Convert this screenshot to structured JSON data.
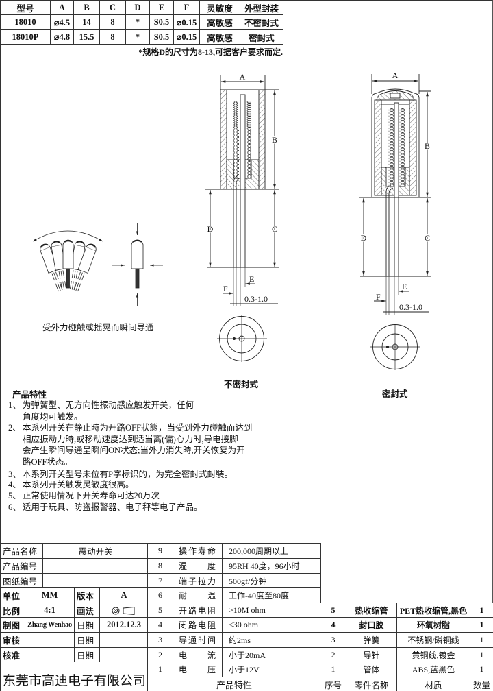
{
  "spec_table": {
    "headers": [
      "型号",
      "A",
      "B",
      "C",
      "D",
      "E",
      "F",
      "灵敏度",
      "外型封装"
    ],
    "rows": [
      [
        "18010",
        "⌀4.5",
        "14",
        "8",
        "*",
        "S0.5",
        "⌀0.15",
        "高敏感",
        "不密封式"
      ],
      [
        "18010P",
        "⌀4.8",
        "15.5",
        "8",
        "*",
        "S0.5",
        "⌀0.15",
        "高敏感",
        "密封式"
      ]
    ],
    "note": "*规格D的尺寸为8-13,可据客户要求而定."
  },
  "drawings": {
    "dims": {
      "A": "A",
      "B": "B",
      "C": "C",
      "D": "D",
      "E": "E",
      "F": "F",
      "gap": "0.3-1.0"
    },
    "unsealed_label": "不密封式",
    "sealed_label": "密封式",
    "tilt_caption": "受外力碰触或摇晃而瞬间导通"
  },
  "features": {
    "title": "产品特性",
    "lines": [
      {
        "num": "1、",
        "text": "为弹簧型、无方向性振动感应触发开关，任何"
      },
      {
        "num": "",
        "text": "角度均可触发。"
      },
      {
        "num": "2、",
        "text": "本系列开关在静止時为开路OFF狀態，当受到外力碰触而达到"
      },
      {
        "num": "",
        "text": "相应振动力時,或移动速度达到适当离(偏)心力时,导电接脚"
      },
      {
        "num": "",
        "text": "会产生瞬间导通呈瞬间ON状态;当外力消失時,开关恢复为开"
      },
      {
        "num": "",
        "text": "路OFF状态。"
      },
      {
        "num": "3、",
        "text": "本系列开关型号未位有P字标识的，为完全密封式封裝。"
      },
      {
        "num": "4、",
        "text": "本系列开关触发灵敏度很高。"
      },
      {
        "num": "5、",
        "text": "正常使用情况下开关寿命可达20万次"
      },
      {
        "num": "6、",
        "text": "适用于玩具、防盗报警器、电子秤等电子产品。"
      }
    ]
  },
  "title_block": {
    "product_name_label": "产品名称",
    "product_name": "震动开关",
    "product_no_label": "产品编号",
    "product_no": "",
    "drawing_no_label": "图纸编号",
    "drawing_no": "",
    "unit_label": "单位",
    "unit": "MM",
    "version_label": "版本",
    "version": "A",
    "scale_label": "比例",
    "scale": "4:1",
    "method_label": "画法",
    "method_icon": "projection-symbol",
    "drawn_label": "制图",
    "drawn_by": "Zhang Wenhao",
    "date_label": "日期",
    "drawn_date": "2012.12.3",
    "review_label": "审核",
    "reviewer": "",
    "review_date": "",
    "approve_label": "核准",
    "approver": "",
    "approve_date": "",
    "company": "东莞市高迪电子有限公司"
  },
  "specs": {
    "rows": [
      {
        "no": "9",
        "label": "操作寿命",
        "value": "200,000周期以上"
      },
      {
        "no": "8",
        "label": "湿 度",
        "value": "95RH 40度，96小时"
      },
      {
        "no": "7",
        "label": "端子拉力",
        "value": "500gf/分钟"
      },
      {
        "no": "6",
        "label": "耐 温",
        "value": "工作-40度至80度"
      },
      {
        "no": "5",
        "label": "开路电阻",
        "value": ">10M ohm"
      },
      {
        "no": "4",
        "label": "闭路电阻",
        "value": "<30 ohm"
      },
      {
        "no": "3",
        "label": "导通时间",
        "value": "约2ms"
      },
      {
        "no": "2",
        "label": "电 流",
        "value": "小于20mA"
      },
      {
        "no": "1",
        "label": "电 压",
        "value": "小于12V"
      }
    ],
    "footer": "产品特性"
  },
  "parts": {
    "headers": {
      "no": "序号",
      "name": "零件名称",
      "material": "材质",
      "qty": "数量"
    },
    "rows": [
      {
        "no": "5",
        "name": "热收缩管",
        "material": "PET热收缩管,黑色",
        "qty": "1"
      },
      {
        "no": "4",
        "name": "封口胶",
        "material": "环氧树脂",
        "qty": "1"
      },
      {
        "no": "3",
        "name": "弹簧",
        "material": "不锈钢/磷铜线",
        "qty": "1"
      },
      {
        "no": "2",
        "name": "导针",
        "material": "黄铜线,镀金",
        "qty": "1"
      },
      {
        "no": "1",
        "name": "管体",
        "material": "ABS,蓝黑色",
        "qty": "1"
      }
    ]
  }
}
